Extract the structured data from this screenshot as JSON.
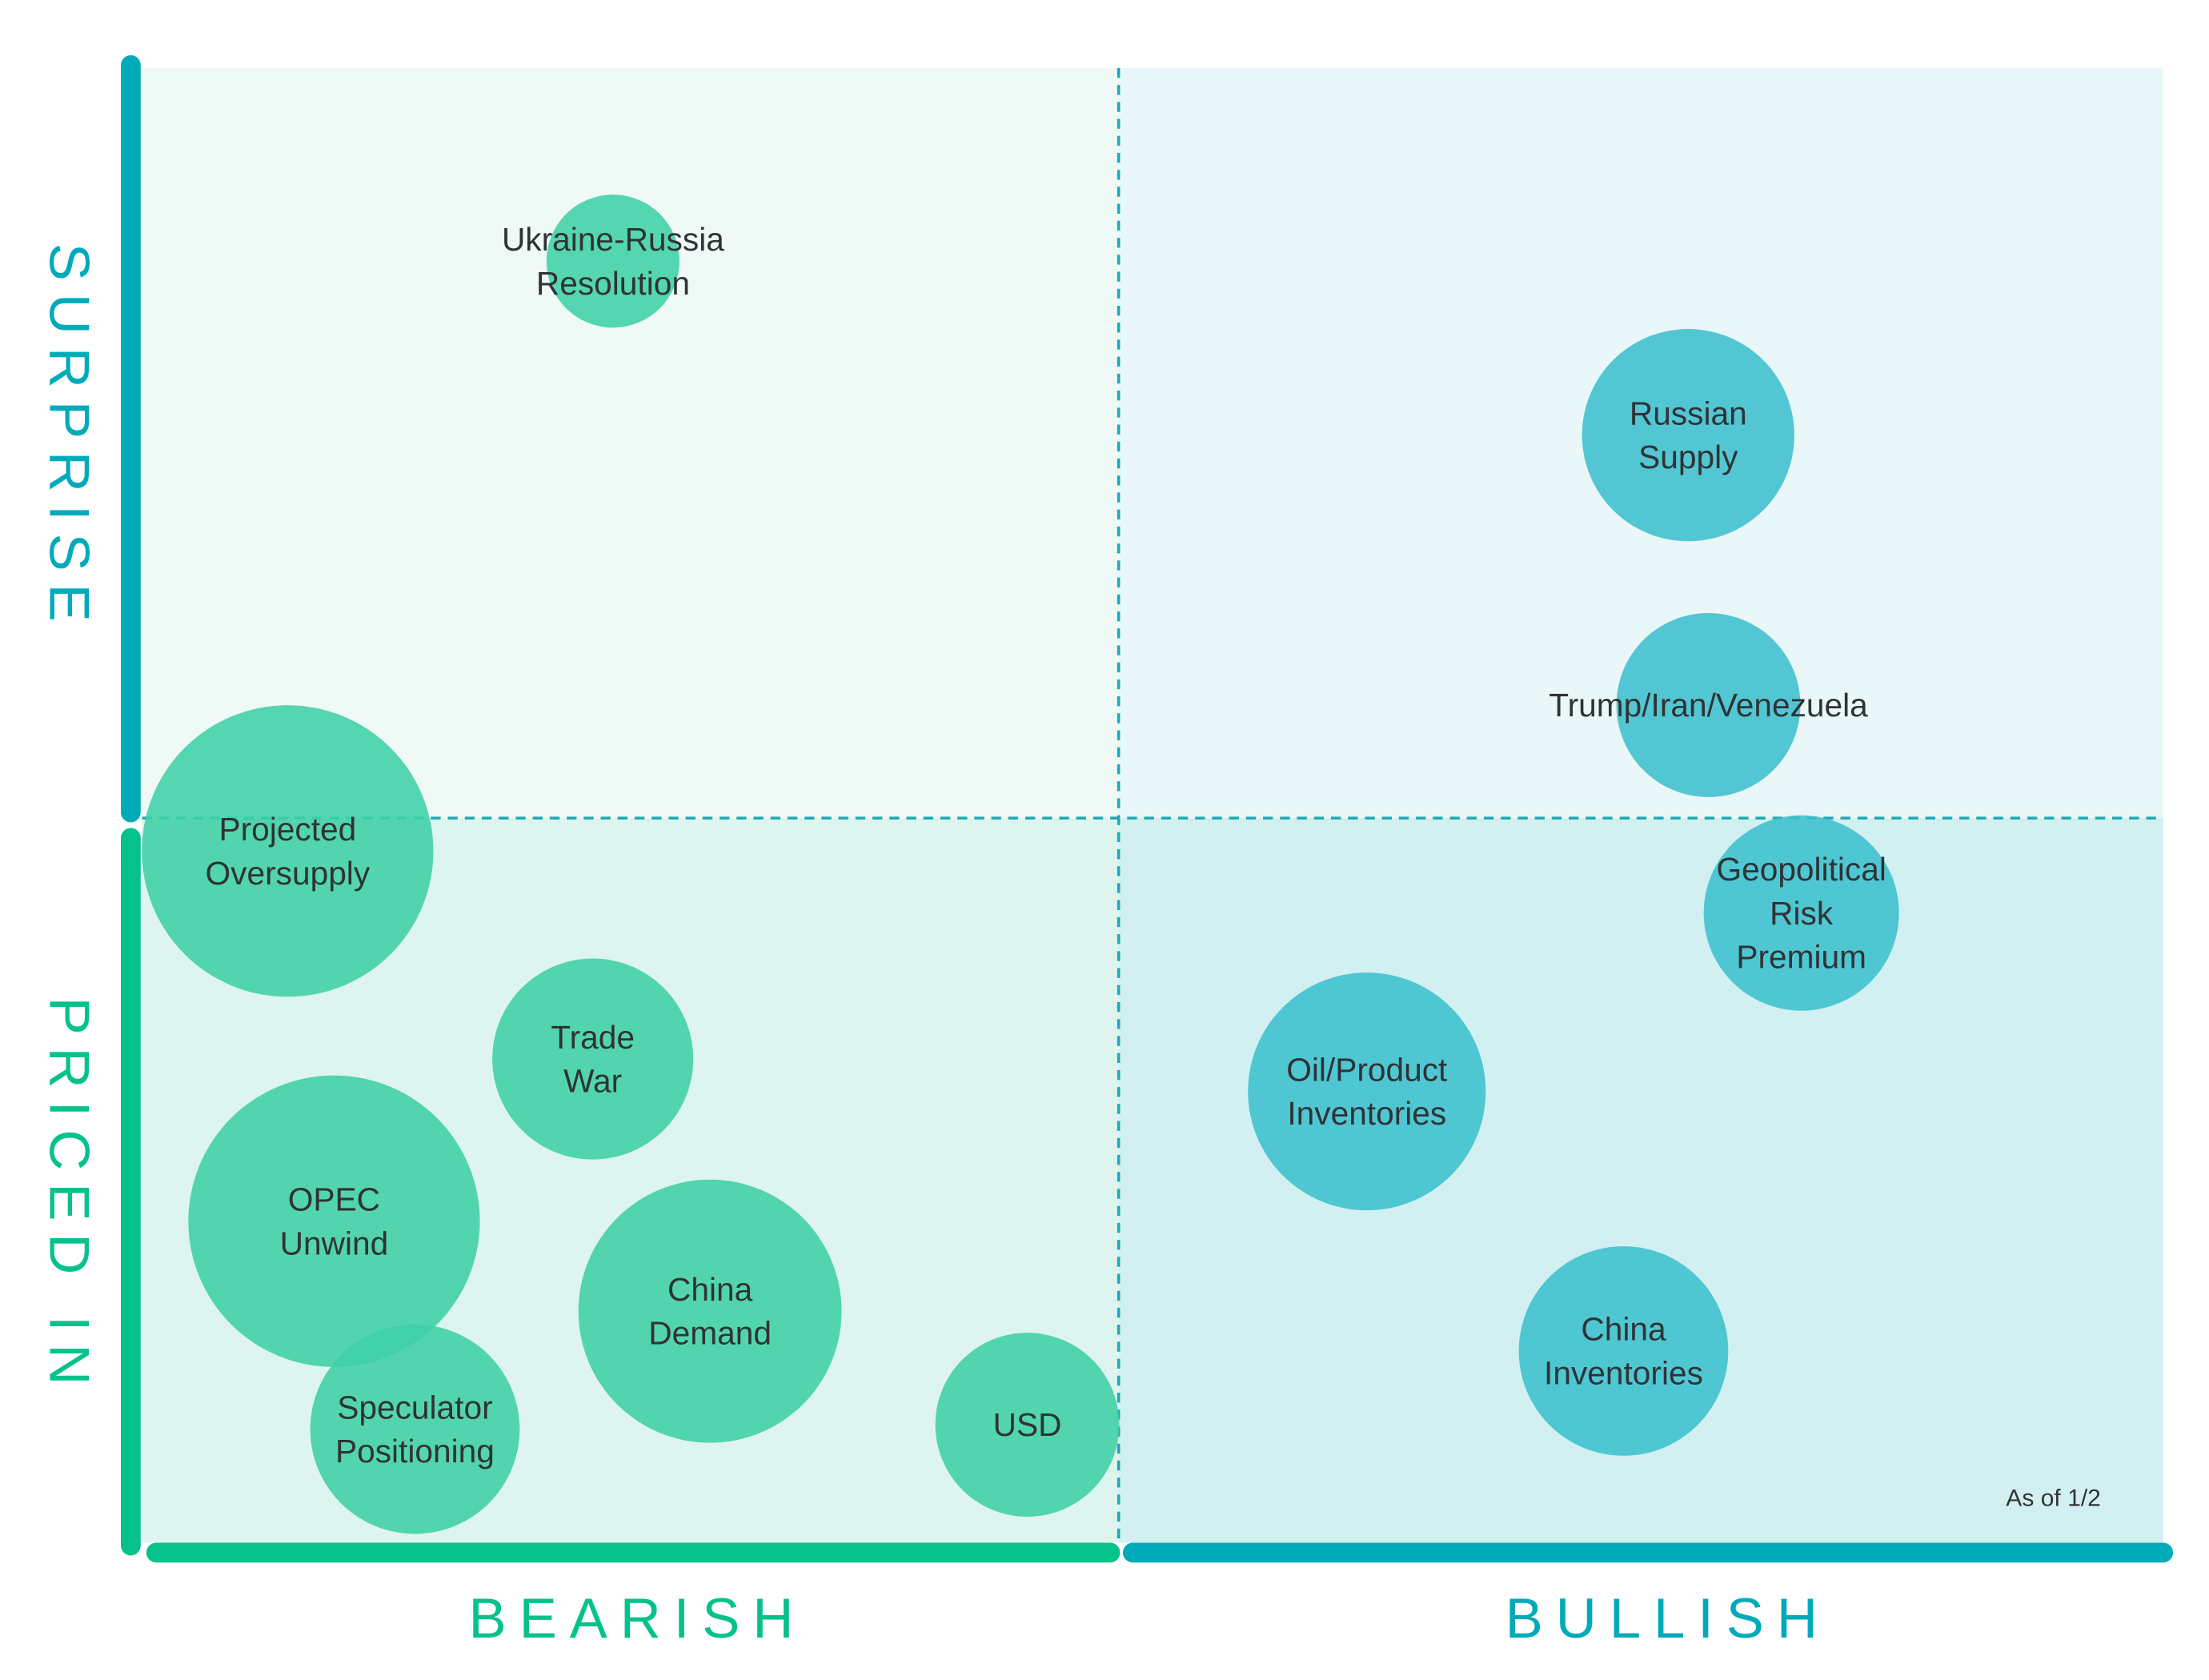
{
  "chart_data": {
    "type": "scatter",
    "subtype": "bubble-quadrant",
    "title": "",
    "xlabel_left": "BEARISH",
    "xlabel_right": "BULLISH",
    "ylabel_top": "SURPRISE",
    "ylabel_bottom": "PRICED IN",
    "note": "As of 1/2",
    "xlim": [
      0,
      100
    ],
    "ylim": [
      0,
      100
    ],
    "midpoint": {
      "x": 48.3,
      "y": 49
    },
    "colors": {
      "bearish": "#3fd0a6",
      "bullish": "#3cc0cd",
      "axis_bearish": "#05c28b",
      "axis_bullish": "#00abb9"
    },
    "points": [
      {
        "label": [
          "Ukraine-Russia",
          "Resolution"
        ],
        "x": 23.3,
        "y": 86.9,
        "size": 47,
        "side": "bearish"
      },
      {
        "label": [
          "Russian",
          "Supply"
        ],
        "x": 76.5,
        "y": 75.1,
        "size": 75,
        "side": "bullish"
      },
      {
        "label": [
          "Trump/Iran/Venezuela"
        ],
        "x": 77.5,
        "y": 56.8,
        "size": 65,
        "side": "bullish"
      },
      {
        "label": [
          "Geopolitical",
          "Risk",
          "Premium"
        ],
        "x": 82.1,
        "y": 42.7,
        "size": 69,
        "side": "bullish"
      },
      {
        "label": [
          "Projected",
          "Oversupply"
        ],
        "x": 7.2,
        "y": 46.9,
        "size": 103,
        "side": "bearish"
      },
      {
        "label": [
          "Trade",
          "War"
        ],
        "x": 22.3,
        "y": 32.8,
        "size": 71,
        "side": "bearish"
      },
      {
        "label": [
          "Oil/Product",
          "Inventories"
        ],
        "x": 60.6,
        "y": 30.6,
        "size": 84,
        "side": "bullish"
      },
      {
        "label": [
          "OPEC",
          "Unwind"
        ],
        "x": 9.5,
        "y": 21.8,
        "size": 103,
        "side": "bearish"
      },
      {
        "label": [
          "China",
          "Demand"
        ],
        "x": 28.1,
        "y": 15.7,
        "size": 93,
        "side": "bearish"
      },
      {
        "label": [
          "Speculator",
          "Positioning"
        ],
        "x": 13.5,
        "y": 7.7,
        "size": 74,
        "side": "bearish"
      },
      {
        "label": [
          "USD"
        ],
        "x": 43.8,
        "y": 8.0,
        "size": 65,
        "side": "bearish"
      },
      {
        "label": [
          "China",
          "Inventories"
        ],
        "x": 73.3,
        "y": 13.0,
        "size": 74,
        "side": "bullish"
      }
    ]
  }
}
